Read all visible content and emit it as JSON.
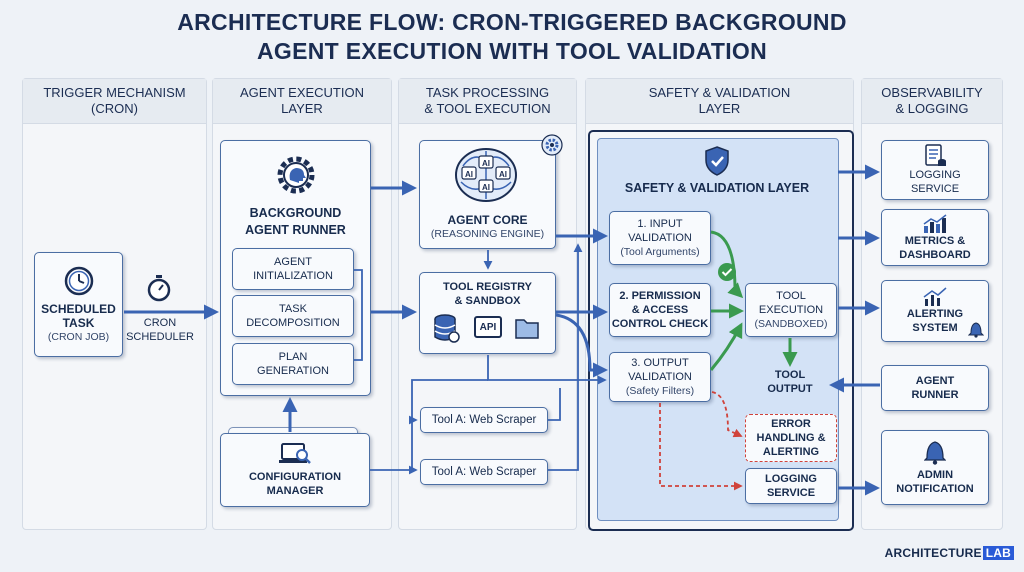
{
  "title": {
    "line1": "ARCHITECTURE FLOW: CRON-TRIGGERED BACKGROUND",
    "line2": "AGENT  EXECUTION WITH TOOL VALIDATION"
  },
  "columns": [
    {
      "line1": "TRIGGER MECHANISM",
      "line2": "(CRON)"
    },
    {
      "line1": "AGENT EXECUTION",
      "line2": "LAYER"
    },
    {
      "line1": "TASK PROCESSING",
      "line2": "& TOOL EXECUTION"
    },
    {
      "line1": "SAFETY & VALIDATION",
      "line2": "LAYER"
    },
    {
      "line1": "OBSERVABILITY",
      "line2": "& LOGGING"
    }
  ],
  "trigger": {
    "task_line1": "SCHEDULED",
    "task_line2": "TASK",
    "task_line3": "(CRON JOB)",
    "scheduler_line1": "CRON",
    "scheduler_line2": "SCHEDULER"
  },
  "runner": {
    "title_line1": "BACKGROUND",
    "title_line2": "AGENT RUNNER",
    "steps": [
      {
        "line1": "AGENT",
        "line2": "INITIALIZATION"
      },
      {
        "line1": "TASK",
        "line2": "DECOMPOSITION"
      },
      {
        "line1": "PLAN",
        "line2": "GENERATION"
      }
    ],
    "config_line1": "CONFIGURATION",
    "config_line2": "MANAGER"
  },
  "processing": {
    "core_line1": "AGENT CORE",
    "core_line2": "(REASONING ENGINE)",
    "registry_line1": "TOOL REGISTRY",
    "registry_line2": "& SANDBOX",
    "api_label": "API",
    "ai_label": "AI",
    "tool_a": "Tool A: Web Scraper",
    "tool_b": "Tool A: Web Scraper"
  },
  "safety": {
    "panel_title": "SAFETY & VALIDATION LAYER",
    "input": {
      "line1": "1. INPUT",
      "line2": "VALIDATION",
      "line3": "(Tool Arguments)"
    },
    "permission": {
      "line1": "2. PERMISSION",
      "line2": "& ACCESS",
      "line3": "CONTROL CHECK"
    },
    "output": {
      "line1": "3. OUTPUT",
      "line2": "VALIDATION",
      "line3": "(Safety Filters)"
    },
    "tool_exec": {
      "line1": "TOOL",
      "line2": "EXECUTION",
      "line3": "(SANDBOXED)"
    },
    "tool_output": {
      "line1": "TOOL",
      "line2": "OUTPUT"
    },
    "error": {
      "line1": "ERROR",
      "line2": "HANDLING &",
      "line3": "ALERTING"
    },
    "logging": {
      "line1": "LOGGING",
      "line2": "SERVICE"
    }
  },
  "observability": [
    {
      "line1": "LOGGING",
      "line2": "SERVICE"
    },
    {
      "line1": "METRICS &",
      "line2": "DASHBOARD"
    },
    {
      "line1": "ALERTING",
      "line2": "SYSTEM"
    },
    {
      "line1": "AGENT",
      "line2": "RUNNER"
    },
    {
      "line1": "ADMIN",
      "line2": "NOTIFICATION"
    }
  ],
  "brand": {
    "part1": "ARCHITECTURE",
    "part2": "LAB"
  },
  "colors": {
    "arrow": "#3a64b3",
    "green": "#3a9a4f",
    "red_dashed": "#d0433b",
    "panel": "#d3e2f6",
    "title": "#1b2d52"
  }
}
